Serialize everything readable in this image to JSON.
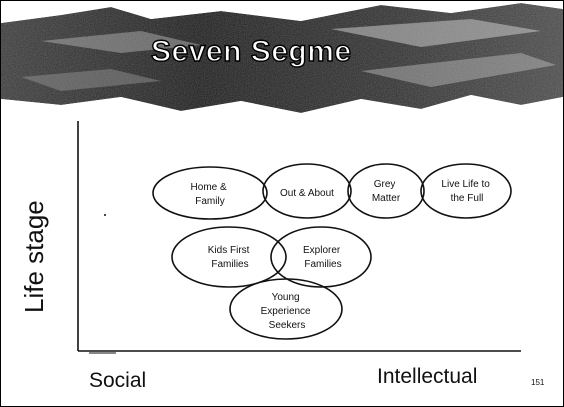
{
  "slide": {
    "title": "Seven Segme",
    "y_axis_label": "Life stage",
    "x_axis_left_label": "Social",
    "x_axis_right_label": "Intellectual",
    "page_number": "151"
  },
  "segments": [
    {
      "id": "home-family",
      "lines": [
        "Home &",
        "Family"
      ]
    },
    {
      "id": "out-about",
      "lines": [
        "Out & About"
      ]
    },
    {
      "id": "grey-matter",
      "lines": [
        "Grey",
        "Matter"
      ]
    },
    {
      "id": "live-life-full",
      "lines": [
        "Live Life to",
        "the Full"
      ]
    },
    {
      "id": "kids-first",
      "lines": [
        "Kids First",
        "Families"
      ]
    },
    {
      "id": "explorer",
      "lines": [
        "Explorer",
        "Families"
      ]
    },
    {
      "id": "young-experience",
      "lines": [
        "Young",
        "Experience",
        "Seekers"
      ]
    }
  ],
  "colors": {
    "ink": "#111111",
    "banner_dark": "#2a2a2a"
  }
}
